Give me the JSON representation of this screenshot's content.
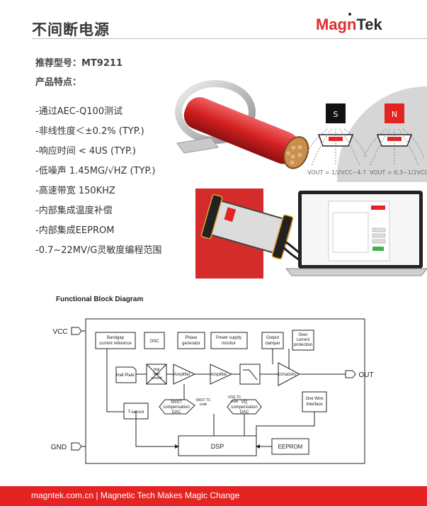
{
  "header": {
    "title": "不间断电源",
    "logo": {
      "part1": "Mag",
      "part2": "n",
      "part3": "Tek"
    }
  },
  "model_line": "推荐型号：MT9211",
  "features_heading": "产品特点：",
  "features": [
    "-通过AEC-Q100测试",
    "-非线性度＜±0.2% (TYP.)",
    "-响应时间 < 4US (TYP.)",
    "-低噪声 1.45MG/√HZ (TYP.)",
    "-高速带宽 150KHZ",
    "-内部集成温度补偿",
    "-内部集成EEPROM",
    "-0.7~22MV/G灵敏度编程范围"
  ],
  "magnet": {
    "s_label": "S",
    "n_label": "N",
    "vout_left": "VOUT = 1/2VCC~4.7",
    "vout_right": "VOUT = 0.3~1/2VCC"
  },
  "diagram": {
    "title": "Functional Block Diagram",
    "pins": {
      "vcc": "VCC",
      "gnd": "GND",
      "out": "OUT"
    },
    "blocks": {
      "bandgap_1": "Bandgap",
      "bandgap_2": "current reference",
      "osc": "OSC",
      "phase_1": "Phase",
      "phase_2": "generator",
      "psm_1": "Power supply",
      "psm_2": "monitor",
      "clamper_1": "Output",
      "clamper_2": "clamper",
      "ocp_1": "Over",
      "ocp_2": "current",
      "ocp_3": "protection",
      "hall": "Hall Plate",
      "spin_1": "Hall",
      "spin_2": "Spin",
      "spin_3": "control",
      "amp1": "Amplifier",
      "amp2": "Amplifier",
      "d2s": "D2S&DRV",
      "tsensor": "T-sensor",
      "snst_1": "SNST",
      "snst_2": "compensation",
      "snst_3": "DAC",
      "snst_code_1": "SNST TC",
      "snst_code_2": "code",
      "voq_code_1": "VOQ TC",
      "voq_code_2": "code",
      "vq_1": "VQ",
      "vq_2": "compensation",
      "vq_3": "DAC",
      "onewire_1": "One Wire",
      "onewire_2": "Interface",
      "dsp": "DSP",
      "eeprom": "EEPROM"
    }
  },
  "footer": {
    "text": "magntek.com.cn | Magnetic Tech Makes Magic Change"
  },
  "colors": {
    "brand_red": "#e42322",
    "dark": "#2b2b2b"
  }
}
